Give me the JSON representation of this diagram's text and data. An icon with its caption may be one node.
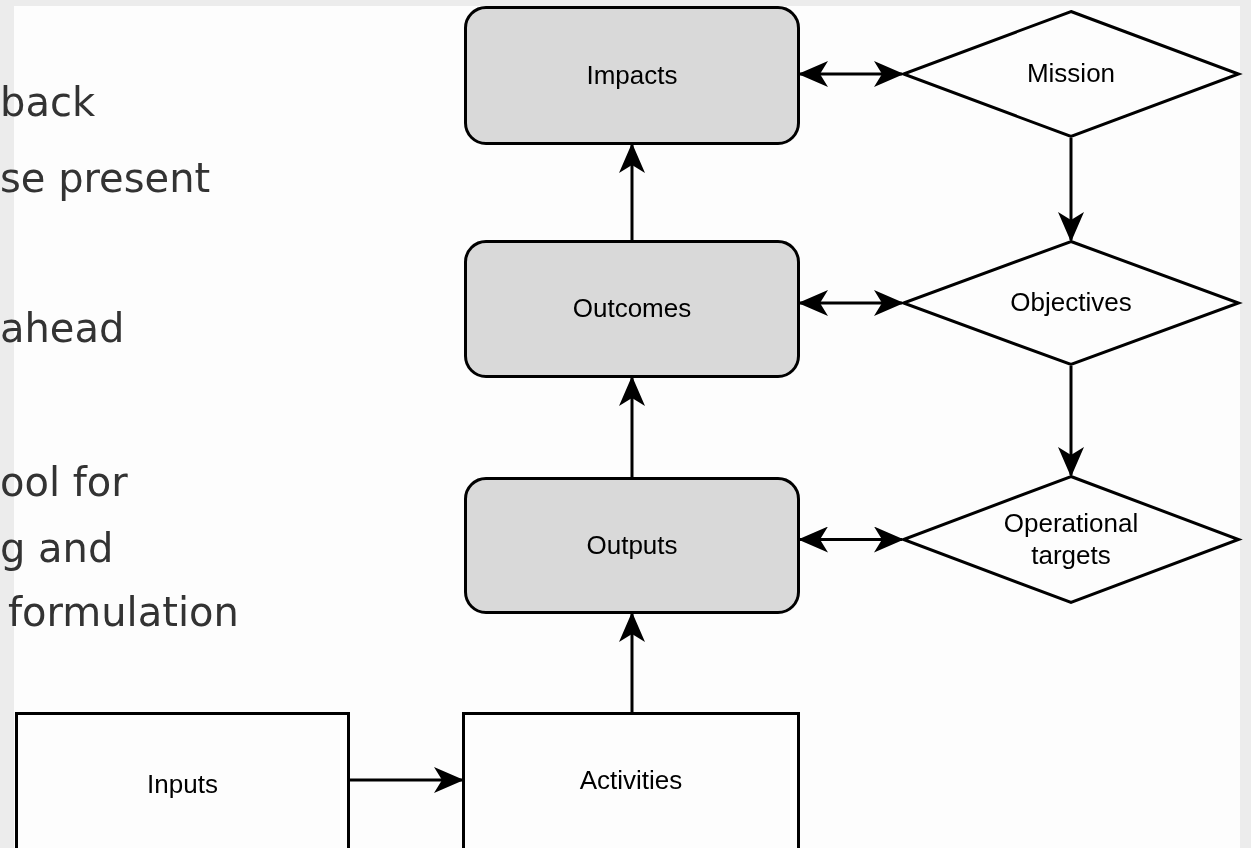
{
  "diagram": {
    "nodes": [
      {
        "text": [
          "Impacts"
        ]
      },
      {
        "text": [
          "Mission"
        ]
      },
      {
        "text": [
          "Outcomes"
        ]
      },
      {
        "text": [
          "Objectives"
        ]
      },
      {
        "text": [
          "Outputs"
        ]
      },
      {
        "text": [
          "Operational targets"
        ]
      },
      {
        "text": [
          "Inputs"
        ]
      },
      {
        "text": [
          "Activities"
        ]
      }
    ],
    "edges": [
      {
        "from": 6,
        "to": 7,
        "arrow": "to"
      },
      {
        "from": 7,
        "to": 4,
        "arrow": "to"
      },
      {
        "from": 4,
        "to": 2,
        "arrow": "to"
      },
      {
        "from": 2,
        "to": 0,
        "arrow": "to"
      },
      {
        "from": 0,
        "to": 1,
        "arrow": "both"
      },
      {
        "from": 2,
        "to": 3,
        "arrow": "both"
      },
      {
        "from": 4,
        "to": 5,
        "arrow": "both"
      },
      {
        "from": 1,
        "to": 3,
        "arrow": "to"
      },
      {
        "from": 3,
        "to": 5,
        "arrow": "to"
      }
    ],
    "labels": [
      "back",
      "se present",
      "ahead",
      "ool for",
      "g and",
      "formulation"
    ]
  }
}
